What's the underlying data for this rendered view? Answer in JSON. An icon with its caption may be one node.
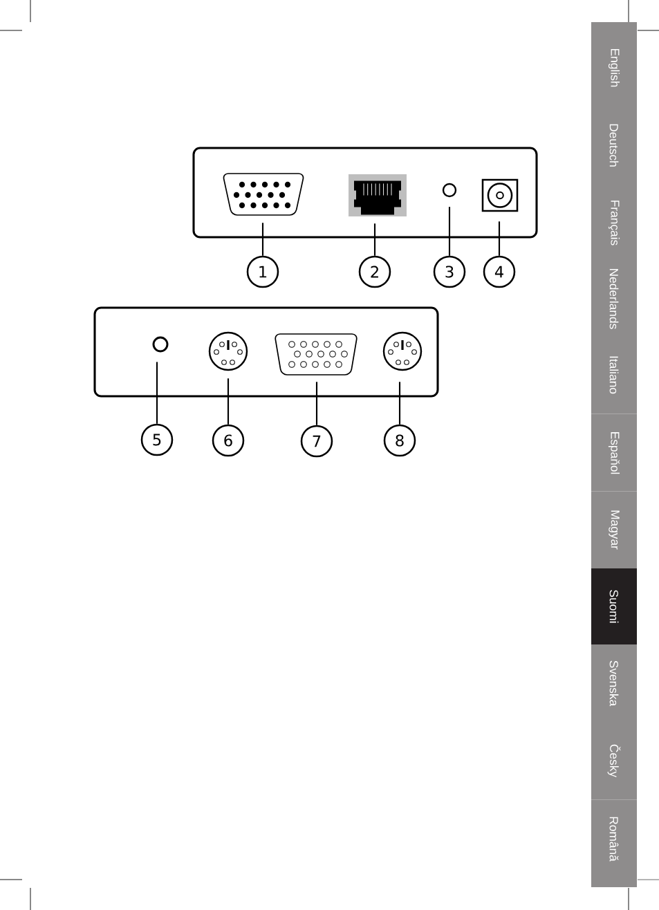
{
  "diagram": {
    "nodes": [
      {
        "text": [],
        "shape": "box"
      },
      {
        "text": [],
        "shape": "picture",
        "in": 0
      },
      {
        "text": [],
        "shape": "picture",
        "in": 0
      },
      {
        "text": [],
        "shape": "circle",
        "in": 0
      },
      {
        "text": [],
        "shape": "picture",
        "in": 0
      },
      {
        "text": [
          "1"
        ]
      },
      {
        "text": [
          "2"
        ]
      },
      {
        "text": [
          "3"
        ]
      },
      {
        "text": [
          "4"
        ]
      },
      {
        "text": [],
        "shape": "box"
      },
      {
        "text": [],
        "shape": "circle",
        "in": 9
      },
      {
        "text": [],
        "shape": "picture",
        "in": 9
      },
      {
        "text": [],
        "shape": "picture",
        "in": 9
      },
      {
        "text": [],
        "shape": "picture",
        "in": 9
      },
      {
        "text": [
          "5"
        ]
      },
      {
        "text": [
          "6"
        ]
      },
      {
        "text": [
          "7"
        ]
      },
      {
        "text": [
          "8"
        ]
      },
      {
        "text": [
          "English"
        ]
      },
      {
        "text": [
          "Deutsch"
        ]
      },
      {
        "text": [
          "Français"
        ]
      },
      {
        "text": [
          "Nederlands"
        ]
      },
      {
        "text": [
          "Italiano"
        ]
      },
      {
        "text": [
          "Espaňol"
        ]
      },
      {
        "text": [
          "Magyar"
        ]
      },
      {
        "text": [
          "Suomi"
        ]
      },
      {
        "text": [
          "Svenska"
        ]
      },
      {
        "text": [
          "Česky"
        ]
      },
      {
        "text": [
          "Română"
        ]
      }
    ],
    "edges": [
      {
        "from": 5,
        "to": 1,
        "arrow": "none"
      },
      {
        "from": 6,
        "to": 2,
        "arrow": "none"
      },
      {
        "from": 7,
        "to": 3,
        "arrow": "none"
      },
      {
        "from": 8,
        "to": 4,
        "arrow": "none"
      },
      {
        "from": 14,
        "to": 10,
        "arrow": "none"
      },
      {
        "from": 15,
        "to": 11,
        "arrow": "none"
      },
      {
        "from": 16,
        "to": 12,
        "arrow": "none"
      },
      {
        "from": 17,
        "to": 13,
        "arrow": "none"
      }
    ]
  }
}
